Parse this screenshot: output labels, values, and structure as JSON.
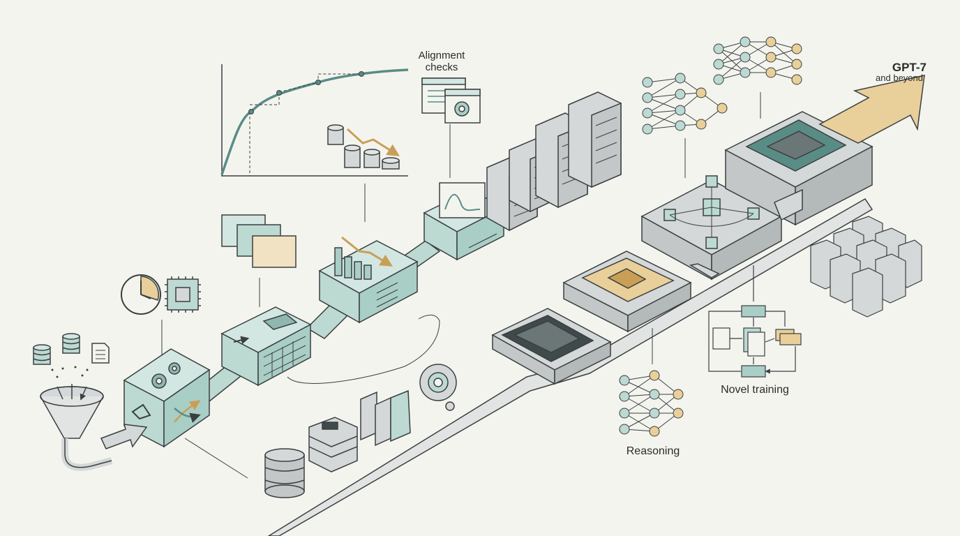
{
  "labels": {
    "alignment": [
      "Alignment",
      "checks"
    ],
    "gpt": "GPT-7",
    "beyond": "and beyond",
    "reasoning": "Reasoning",
    "novel_training": "Novel training"
  },
  "colors": {
    "background": "#f4f4ef",
    "teal": "#bcd9d2",
    "teal_dark": "#5a8c86",
    "gold": "#e9cf9a",
    "gold_dark": "#c99f57",
    "grey": "#d9dcdc",
    "line": "#3a3f40"
  },
  "icons": [
    "funnel-icon",
    "database-icon",
    "document-icon",
    "clock-icon",
    "chip-icon",
    "gear-icon",
    "server-rack-icon",
    "neural-network-icon",
    "line-chart-icon",
    "down-trend-icon",
    "arrow-icon"
  ]
}
